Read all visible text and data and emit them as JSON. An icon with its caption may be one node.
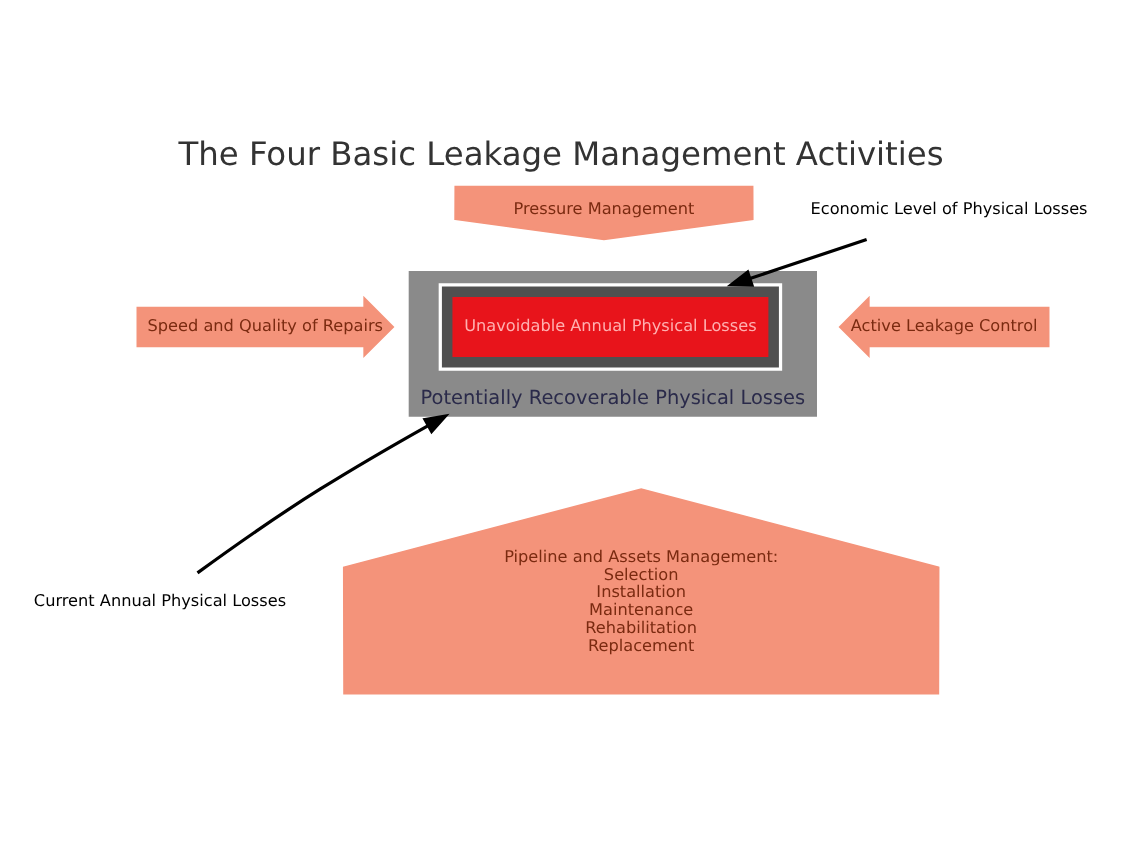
{
  "diagram": {
    "title": "The Four Basic Leakage Management Activities",
    "nodes": [
      {
        "text": [
          "Pressure Management"
        ]
      },
      {
        "text": [
          "Economic Level of Physical Losses"
        ]
      },
      {
        "text": [
          "Potentially Recoverable Physical Losses"
        ]
      },
      {
        "text": [],
        "shape": "box",
        "in": 2
      },
      {
        "text": [
          "Unavoidable Annual Physical Losses"
        ],
        "in": 3
      },
      {
        "text": [
          "Speed and Quality of Repairs"
        ]
      },
      {
        "text": [
          "Active Leakage Control"
        ]
      },
      {
        "text": [
          "Current Annual Physical Losses"
        ]
      },
      {
        "text": [
          "Pipeline and Assets Management:",
          "Selection",
          "Installation",
          "Maintenance",
          "Rehabilitation",
          "Replacement"
        ]
      }
    ],
    "edges": [
      {
        "from": 1,
        "to": 3,
        "arrow": "to"
      },
      {
        "from": 7,
        "to": 2,
        "arrow": "to"
      }
    ]
  }
}
